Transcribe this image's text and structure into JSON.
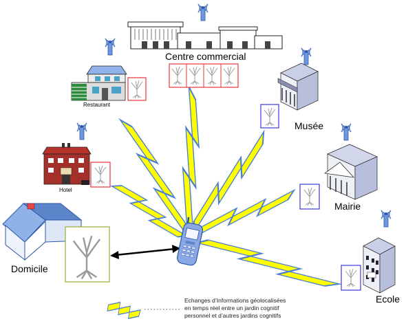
{
  "places": {
    "centre_commercial": "Centre commercial",
    "restaurant": "Restaurant",
    "musee": "Musée",
    "hotel": "Hotel",
    "mairie": "Mairie",
    "domicile": "Domicile",
    "ecole": "Ecole"
  },
  "legend": {
    "lines": [
      "Echanges d’Informations géolocalisées",
      "en temps réel entre un jardin cognitif",
      "personnel et d’autres jardins cognitifs"
    ]
  },
  "colors": {
    "bolt_fill": "#ffff00",
    "bolt_stroke": "#4a7fd0",
    "garden_red": "#e8323c",
    "garden_blue": "#3a3adf",
    "garden_green": "#9aae3a",
    "phone": "#8aa8e6",
    "roof_blue": "#5b86c9"
  }
}
